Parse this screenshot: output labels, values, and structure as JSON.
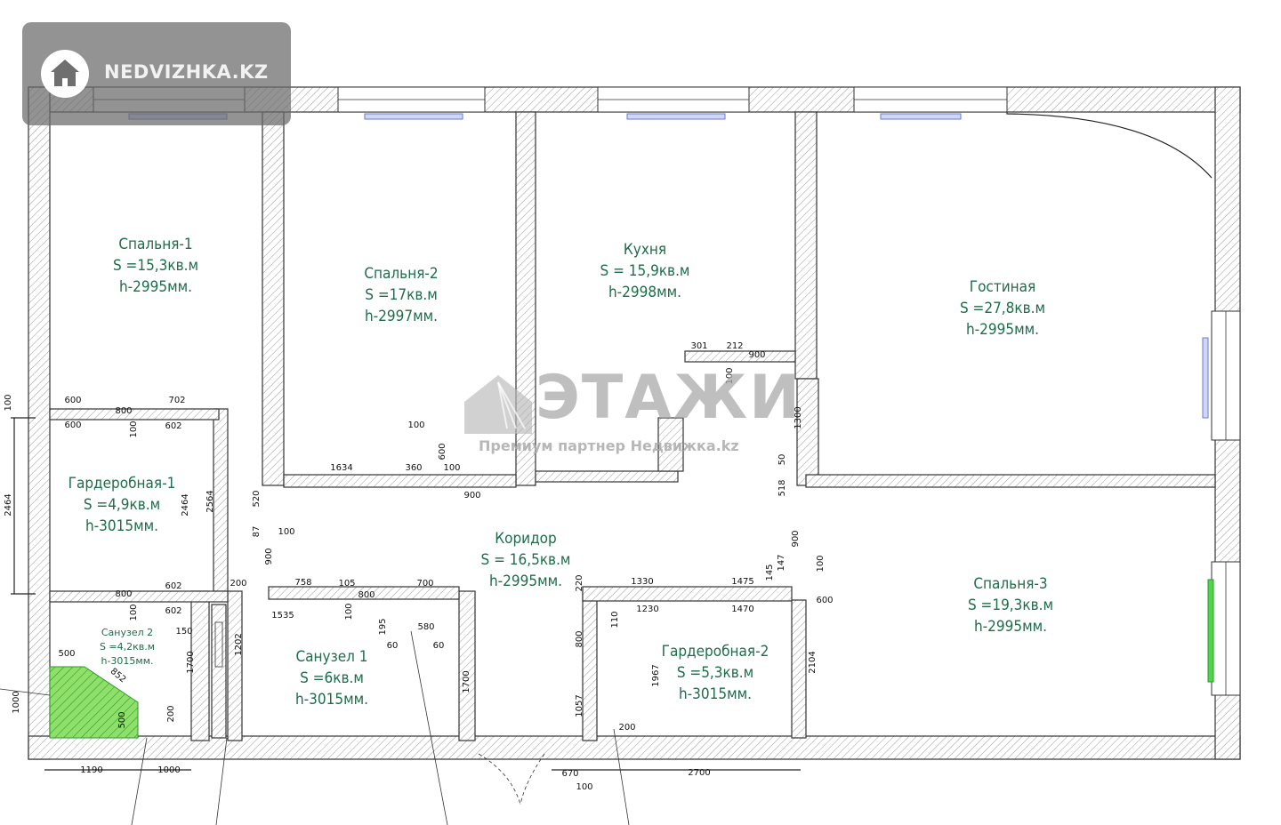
{
  "brand": {
    "name": "NEDVIZHKA.KZ"
  },
  "watermark": {
    "logo": "ЭТАЖИ",
    "subtitle": "Премиум партнер Недвижка.kz"
  },
  "rooms": [
    {
      "id": "bedroom1",
      "name": "Спальня-1",
      "area": "S =15,3кв.м",
      "height": "h-2995мм."
    },
    {
      "id": "bedroom2",
      "name": "Спальня-2",
      "area": "S =17кв.м",
      "height": "h-2997мм."
    },
    {
      "id": "kitchen",
      "name": "Кухня",
      "area": "S = 15,9кв.м",
      "height": "h-2998мм."
    },
    {
      "id": "living",
      "name": "Гостиная",
      "area": "S =27,8кв.м",
      "height": "h-2995мм."
    },
    {
      "id": "wardrobe1",
      "name": "Гардеробная-1",
      "area": "S =4,9кв.м",
      "height": "h-3015мм."
    },
    {
      "id": "corridor",
      "name": "Коридор",
      "area": "S = 16,5кв.м",
      "height": "h-2995мм."
    },
    {
      "id": "bedroom3",
      "name": "Спальня-3",
      "area": "S =19,3кв.м",
      "height": "h-2995мм."
    },
    {
      "id": "bath1",
      "name": "Санузел 1",
      "area": "S =6кв.м",
      "height": "h-3015мм."
    },
    {
      "id": "wardrobe2",
      "name": "Гардеробная-2",
      "area": "S =5,3кв.м",
      "height": "h-3015мм."
    },
    {
      "id": "bath2",
      "name": "Санузел 2",
      "area": "S =4,2кв.м",
      "height": "h-3015мм."
    }
  ],
  "dimensions": [
    "600",
    "800",
    "702",
    "600",
    "602",
    "100",
    "100",
    "2464",
    "2464",
    "2564",
    "800",
    "602",
    "602",
    "100",
    "200",
    "150",
    "1700",
    "1202",
    "1535",
    "758",
    "105",
    "800",
    "700",
    "100",
    "195",
    "580",
    "60",
    "60",
    "1700",
    "1634",
    "360",
    "100",
    "600",
    "100",
    "900",
    "520",
    "87",
    "100",
    "900",
    "301",
    "212",
    "900",
    "100",
    "1300",
    "50",
    "518",
    "900",
    "145",
    "147",
    "100",
    "600",
    "220",
    "1330",
    "1475",
    "1230",
    "1470",
    "110",
    "800",
    "1967",
    "1057",
    "200",
    "2104",
    "670",
    "100",
    "2700",
    "500",
    "852",
    "1000",
    "500",
    "200",
    "1190",
    "1000"
  ]
}
